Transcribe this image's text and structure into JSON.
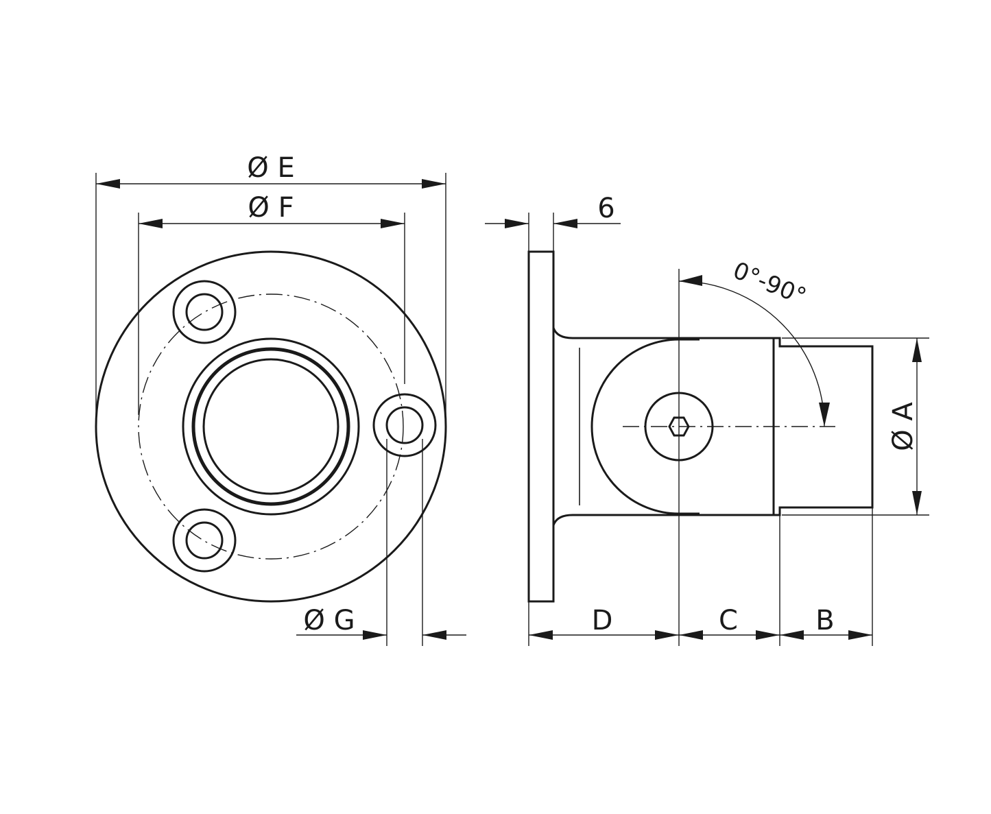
{
  "labels": {
    "diameter_e": "Ø E",
    "diameter_f": "Ø F",
    "diameter_g": "Ø G",
    "diameter_a": "Ø A",
    "thickness": "6",
    "angle": "0°-90°",
    "dim_d": "D",
    "dim_c": "C",
    "dim_b": "B"
  },
  "colors": {
    "line": "#1a1a1a",
    "background": "#ffffff"
  }
}
